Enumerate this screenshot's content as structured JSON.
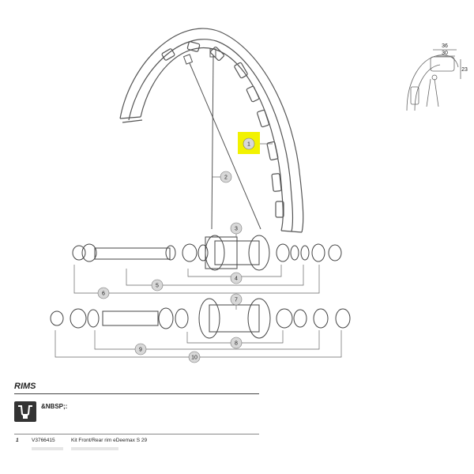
{
  "callouts": [
    {
      "id": "1",
      "label": "1",
      "highlighted": true
    },
    {
      "id": "2",
      "label": "2"
    },
    {
      "id": "3",
      "label": "3"
    },
    {
      "id": "4",
      "label": "4"
    },
    {
      "id": "5",
      "label": "5"
    },
    {
      "id": "6",
      "label": "6"
    },
    {
      "id": "7",
      "label": "7"
    },
    {
      "id": "8",
      "label": "8"
    },
    {
      "id": "9",
      "label": "9"
    },
    {
      "id": "10",
      "label": "10"
    }
  ],
  "inset": {
    "dim_top": "36",
    "dim_mid": "30",
    "dim_side": "23"
  },
  "section": {
    "title": "RIMS",
    "icon_label": "&NBSP;:",
    "rows": [
      {
        "number": "1",
        "code": "V3766415",
        "description": "Kit Front/Rear rim eDeemax S 29"
      }
    ]
  },
  "colors": {
    "highlight": "#f2f200",
    "line": "#555555"
  }
}
